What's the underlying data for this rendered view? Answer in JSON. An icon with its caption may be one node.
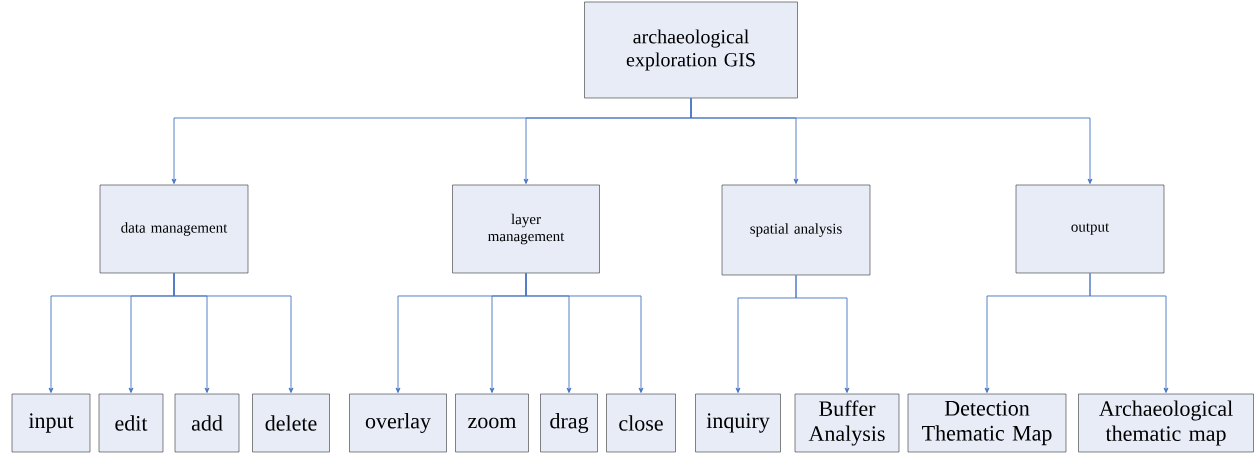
{
  "diagram": {
    "nodes": [
      {
        "text": [
          "archaeological exploration GIS"
        ]
      },
      {
        "text": [
          "data management"
        ]
      },
      {
        "text": [
          "layer management"
        ]
      },
      {
        "text": [
          "spatial analysis"
        ]
      },
      {
        "text": [
          "output"
        ]
      },
      {
        "text": [
          "input"
        ]
      },
      {
        "text": [
          "edit"
        ]
      },
      {
        "text": [
          "add"
        ]
      },
      {
        "text": [
          "delete"
        ]
      },
      {
        "text": [
          "overlay"
        ]
      },
      {
        "text": [
          "zoom"
        ]
      },
      {
        "text": [
          "drag"
        ]
      },
      {
        "text": [
          "close"
        ]
      },
      {
        "text": [
          "inquiry"
        ]
      },
      {
        "text": [
          "Buffer Analysis"
        ]
      },
      {
        "text": [
          "Detection Thematic Map"
        ]
      },
      {
        "text": [
          "Archaeological thematic map"
        ]
      }
    ],
    "edges": [
      {
        "from": 0,
        "to": 1,
        "arrow": "to"
      },
      {
        "from": 0,
        "to": 2,
        "arrow": "to"
      },
      {
        "from": 0,
        "to": 3,
        "arrow": "to"
      },
      {
        "from": 0,
        "to": 4,
        "arrow": "to"
      },
      {
        "from": 1,
        "to": 5,
        "arrow": "to"
      },
      {
        "from": 1,
        "to": 6,
        "arrow": "to"
      },
      {
        "from": 1,
        "to": 7,
        "arrow": "to"
      },
      {
        "from": 1,
        "to": 8,
        "arrow": "to"
      },
      {
        "from": 2,
        "to": 9,
        "arrow": "to"
      },
      {
        "from": 2,
        "to": 10,
        "arrow": "to"
      },
      {
        "from": 2,
        "to": 11,
        "arrow": "to"
      },
      {
        "from": 2,
        "to": 12,
        "arrow": "to"
      },
      {
        "from": 3,
        "to": 13,
        "arrow": "to"
      },
      {
        "from": 3,
        "to": 14,
        "arrow": "to"
      },
      {
        "from": 4,
        "to": 15,
        "arrow": "to"
      },
      {
        "from": 4,
        "to": 16,
        "arrow": "to"
      }
    ]
  }
}
